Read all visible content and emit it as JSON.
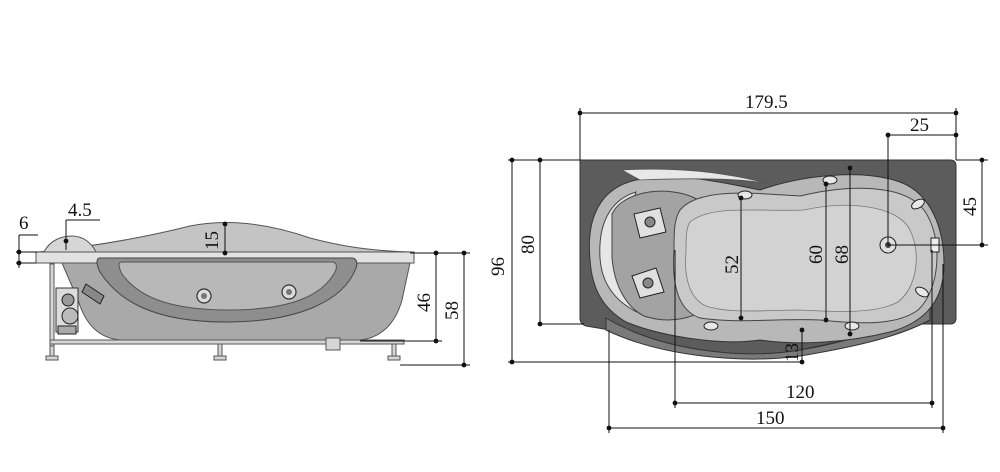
{
  "side_view": {
    "dims": {
      "lip_height": "6",
      "lip_width": "4.5",
      "rim_rise": "15",
      "inner_depth": "46",
      "total_height": "58"
    }
  },
  "top_view": {
    "dims": {
      "overall_length": "179.5",
      "drain_offset": "25",
      "drain_distance": "45",
      "overall_width": "96",
      "shell_width": "80",
      "basin_width_52": "52",
      "basin_width_60": "60",
      "basin_width_68": "68",
      "front_bulge": "13",
      "basin_length": "120",
      "shell_length": "150"
    }
  },
  "colors": {
    "deck": "#5c5c5c",
    "shell_light": "#b4b4b4",
    "shell_mid": "#9a9a9a",
    "basin": "#c6c6c6",
    "seat": "#adadad",
    "line": "#111111"
  }
}
